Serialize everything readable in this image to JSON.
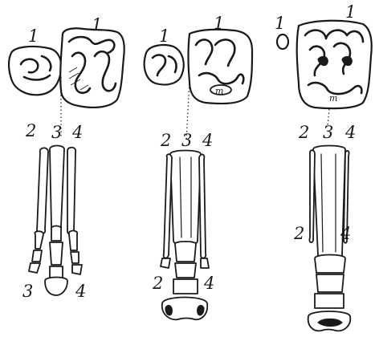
{
  "panels": [
    {
      "tooth_labels": [
        "1",
        "1"
      ],
      "digit_labels_top": [
        "2",
        "3",
        "4"
      ],
      "digit_labels_bottom": [
        "3",
        "4"
      ]
    },
    {
      "tooth_labels": [
        "1",
        "1"
      ],
      "digit_labels_top": [
        "2",
        "3",
        "4"
      ],
      "digit_labels_bottom": [
        "2",
        "4"
      ],
      "tooth_mark": "m"
    },
    {
      "tooth_labels": [
        "1",
        "1"
      ],
      "digit_labels_top": [
        "2",
        "3",
        "4"
      ],
      "digit_labels_side": [
        "2",
        "4"
      ],
      "tooth_mark": "m"
    }
  ]
}
